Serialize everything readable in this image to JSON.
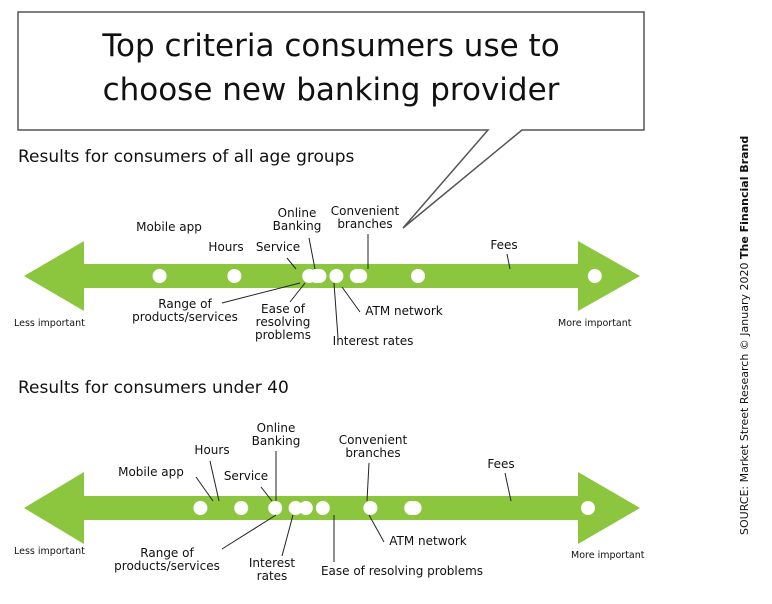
{
  "title_line1": "Top criteria consumers use to",
  "title_line2": "choose new banking provider",
  "source": {
    "prefix": "SOURCE: Market Street Research © January 2020 ",
    "brand": "The Financial Brand"
  },
  "colors": {
    "arrow": "#8cc63f",
    "dot": "#ffffff",
    "text": "#111111"
  },
  "chart_data": [
    {
      "type": "scatter",
      "subtitle": "Results for consumers of all age groups",
      "left_label": "Less important",
      "right_label": "More important",
      "points": [
        {
          "label_lines": [
            "Mobile app"
          ],
          "value": 22
        },
        {
          "label_lines": [
            "Hours"
          ],
          "value": 33
        },
        {
          "label_lines": [
            "Service"
          ],
          "value": 45
        },
        {
          "label_lines": [
            "Online",
            "Banking"
          ],
          "value": 48
        },
        {
          "label_lines": [
            "Convenient",
            "branches"
          ],
          "value": 60
        },
        {
          "label_lines": [
            "Fees"
          ],
          "value": 86
        },
        {
          "label_lines": [
            "Range of",
            "products/services"
          ],
          "value": 44
        },
        {
          "label_lines": [
            "Ease of",
            "resolving",
            "problems"
          ],
          "value": 45.5
        },
        {
          "label_lines": [
            "Interest rates"
          ],
          "value": 51
        },
        {
          "label_lines": [
            "ATM network"
          ],
          "value": 51.5
        }
      ]
    },
    {
      "type": "scatter",
      "subtitle": "Results for consumers under 40",
      "left_label": "Less important",
      "right_label": "More important",
      "points": [
        {
          "label_lines": [
            "Mobile app"
          ],
          "value": 28
        },
        {
          "label_lines": [
            "Hours"
          ],
          "value": 34
        },
        {
          "label_lines": [
            "Service"
          ],
          "value": 39
        },
        {
          "label_lines": [
            "Online",
            "Banking"
          ],
          "value": 43.5
        },
        {
          "label_lines": [
            "Range of",
            "products/services"
          ],
          "value": 42
        },
        {
          "label_lines": [
            "Interest",
            "rates"
          ],
          "value": 46
        },
        {
          "label_lines": [
            "Ease of resolving problems"
          ],
          "value": 53
        },
        {
          "label_lines": [
            "Convenient",
            "branches"
          ],
          "value": 59
        },
        {
          "label_lines": [
            "ATM network"
          ],
          "value": 59.5
        },
        {
          "label_lines": [
            "Fees"
          ],
          "value": 85
        }
      ]
    }
  ]
}
